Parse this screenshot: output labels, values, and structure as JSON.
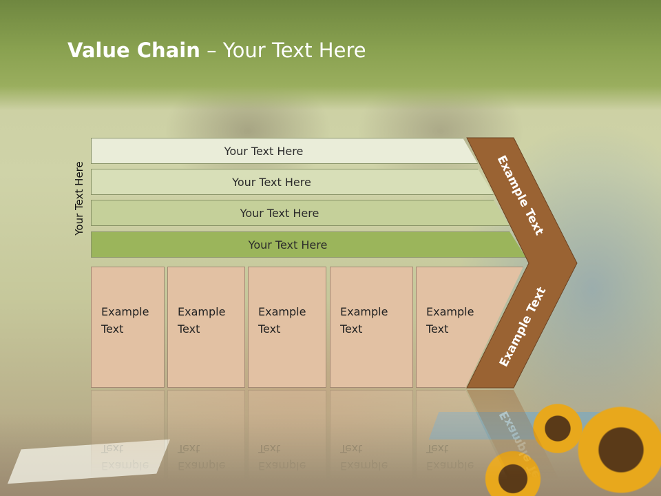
{
  "slide": {
    "title_bold": "Value Chain",
    "title_rest": " – Your Text Here",
    "vertical_label": "Your Text Here",
    "rows": [
      {
        "label": "Your Text Here",
        "color": "#eaedd9"
      },
      {
        "label": "Your Text Here",
        "color": "#d8dfb8"
      },
      {
        "label": "Your Text Here",
        "color": "#c5d09a"
      },
      {
        "label": "Your Text Here",
        "color": "#9bb55b"
      }
    ],
    "cells": [
      {
        "text": "Example\nText"
      },
      {
        "text": "Example\nText"
      },
      {
        "text": "Example\nText"
      },
      {
        "text": "Example\nText"
      },
      {
        "text": "Example\nText"
      }
    ],
    "chevron": {
      "upper_text": "Example Text",
      "lower_text": "Example Text",
      "color": "#9a6333"
    }
  }
}
